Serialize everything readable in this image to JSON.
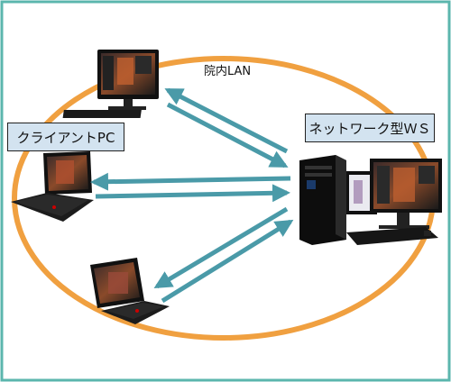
{
  "diagram": {
    "network_label": "院内LAN",
    "client_label": "クライアントPC",
    "server_label": "ネットワーク型ＷＳ"
  },
  "colors": {
    "frame": "#5bb6ad",
    "ellipse": "#f0a040",
    "arrow": "#4a9aa8",
    "label_bg": "#d3e3f0"
  }
}
